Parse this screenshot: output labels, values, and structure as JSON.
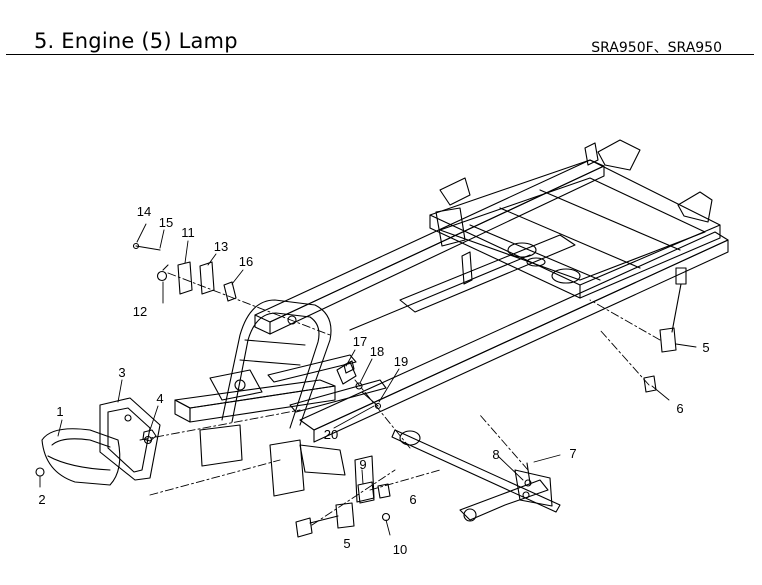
{
  "header": {
    "title": "5. Engine (5) Lamp",
    "models": "SRA950F、SRA950"
  },
  "diagram": {
    "callouts": [
      "1",
      "2",
      "3",
      "4",
      "5",
      "5",
      "6",
      "6",
      "7",
      "8",
      "9",
      "10",
      "11",
      "12",
      "13",
      "14",
      "15",
      "16",
      "17",
      "18",
      "19",
      "20"
    ]
  }
}
